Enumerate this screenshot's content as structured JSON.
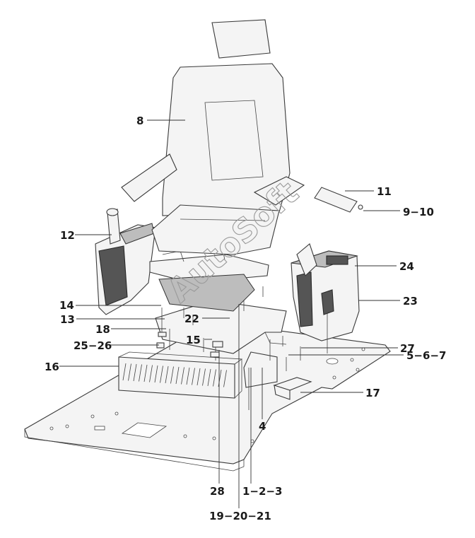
{
  "watermark": "AutoSoft",
  "callouts": [
    {
      "id": "c8",
      "text": "8"
    },
    {
      "id": "c11",
      "text": "11"
    },
    {
      "id": "c9",
      "text": "9−10"
    },
    {
      "id": "c12",
      "text": "12"
    },
    {
      "id": "c24",
      "text": "24"
    },
    {
      "id": "c23",
      "text": "23"
    },
    {
      "id": "c14",
      "text": "14"
    },
    {
      "id": "c13",
      "text": "13"
    },
    {
      "id": "c22",
      "text": "22"
    },
    {
      "id": "c18",
      "text": "18"
    },
    {
      "id": "c15",
      "text": "15"
    },
    {
      "id": "c25",
      "text": "25−26"
    },
    {
      "id": "c27",
      "text": "27"
    },
    {
      "id": "c5",
      "text": "5−6−7"
    },
    {
      "id": "c16",
      "text": "16"
    },
    {
      "id": "c17",
      "text": "17"
    },
    {
      "id": "c4",
      "text": "4"
    },
    {
      "id": "c28",
      "text": "28"
    },
    {
      "id": "c1",
      "text": "1−2−3"
    },
    {
      "id": "c19",
      "text": "19−20−21"
    }
  ]
}
